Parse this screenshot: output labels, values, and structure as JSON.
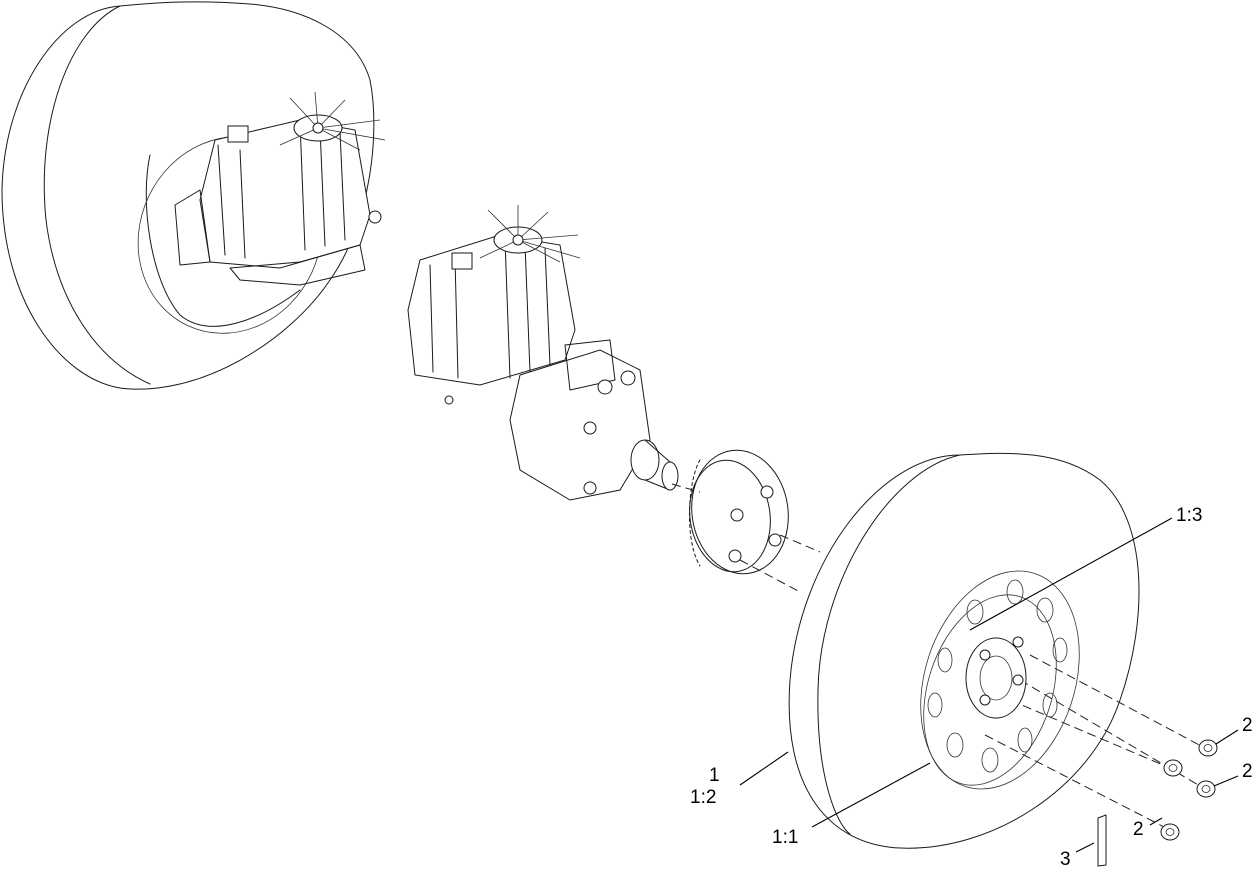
{
  "callouts": {
    "c1": "1",
    "c12": "1:2",
    "c11": "1:1",
    "c13": "1:3",
    "c2a": "2",
    "c2b": "2",
    "c2c": "2",
    "c3": "3"
  }
}
